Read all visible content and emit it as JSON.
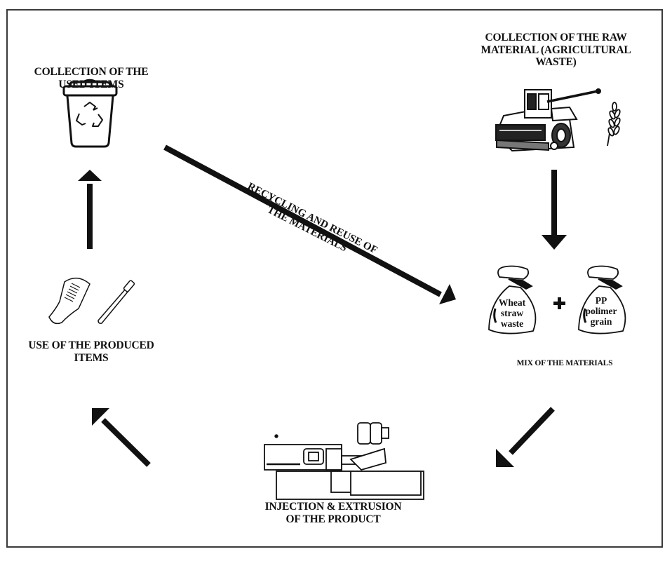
{
  "diagram": {
    "stages": {
      "collection_used": "COLLECTION OF THE\nUSED ITEMS",
      "collection_raw": "COLLECTION OF THE RAW\nMATERIAL (AGRICULTURAL\nWASTE)",
      "mix": "MIX OF THE MATERIALS",
      "injection": "INJECTION & EXTRUSION\nOF THE PRODUCT",
      "use": "USE OF THE PRODUCED\nITEMS"
    },
    "recycle_label": "RECYCLING AND REUSE OF\nTHE MATERIALS",
    "bags": {
      "left": "Wheat\nstraw\nwaste",
      "right": "PP\npolimer\ngrain",
      "operator": "+"
    },
    "flow": [
      {
        "from": "collection_raw",
        "to": "mix"
      },
      {
        "from": "mix",
        "to": "injection"
      },
      {
        "from": "injection",
        "to": "use"
      },
      {
        "from": "use",
        "to": "collection_used"
      },
      {
        "from": "collection_used",
        "to": "mix",
        "label": "recycle_label"
      }
    ],
    "colors": {
      "ink": "#111111",
      "frame": "#3a3a3a",
      "background": "#ffffff"
    }
  }
}
